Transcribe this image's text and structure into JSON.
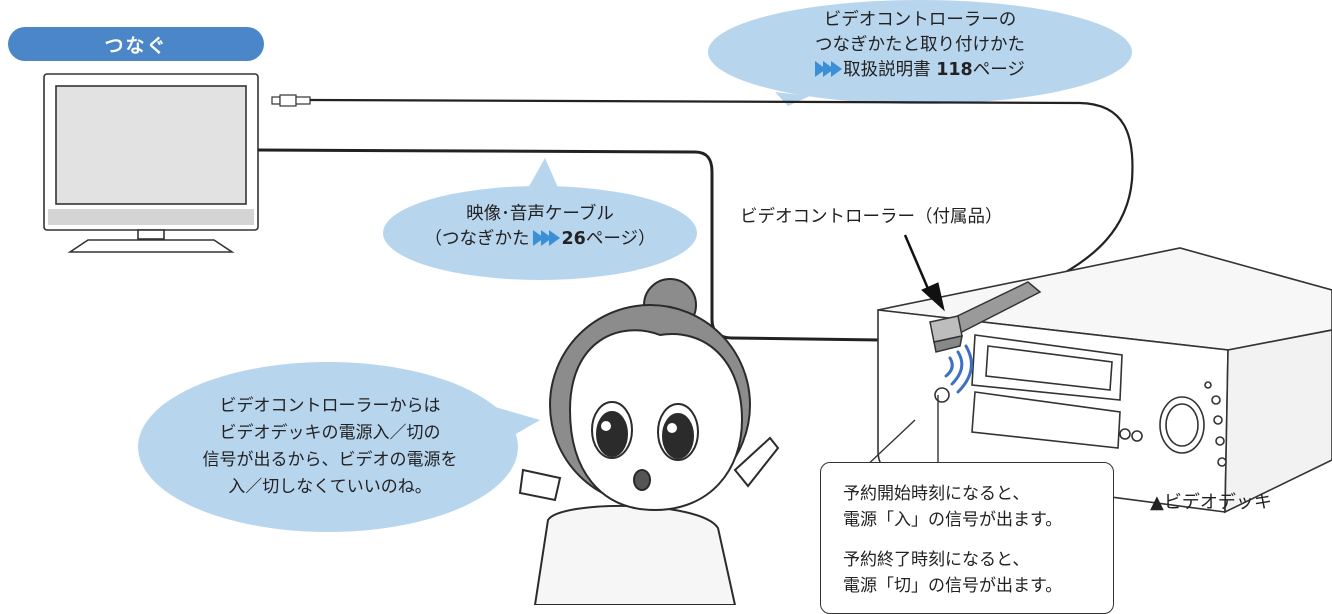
{
  "header": {
    "title": "つなぐ"
  },
  "callout_manual": {
    "line1": "ビデオコントローラーの",
    "line2": "つなぎかたと取り付けかた",
    "ref_prefix": "取扱説明書",
    "ref_page": "118",
    "ref_suffix": "ページ"
  },
  "callout_cable": {
    "line1": "映像･音声ケーブル",
    "ref_open": "（つなぎかた",
    "ref_page": "26",
    "ref_suffix": "ページ）"
  },
  "controller_label": "ビデオコントローラー（付属品）",
  "speech": {
    "line1": "ビデオコントローラーからは",
    "line2": "ビデオデッキの電源入／切の",
    "line3": "信号が出るから、ビデオの電源を",
    "line4": "入／切しなくていいのね。"
  },
  "note": {
    "line1": "予約開始時刻になると、",
    "line2": "電源「入」の信号が出ます。",
    "line3": "予約終了時刻になると、",
    "line4": "電源「切」の信号が出ます。"
  },
  "vcr_label": "▲ビデオデッキ",
  "colors": {
    "bubble": "#b8d5ee",
    "header": "#4a86c8",
    "arrow": "#3a8fd6",
    "signal": "#3d6fc4"
  }
}
